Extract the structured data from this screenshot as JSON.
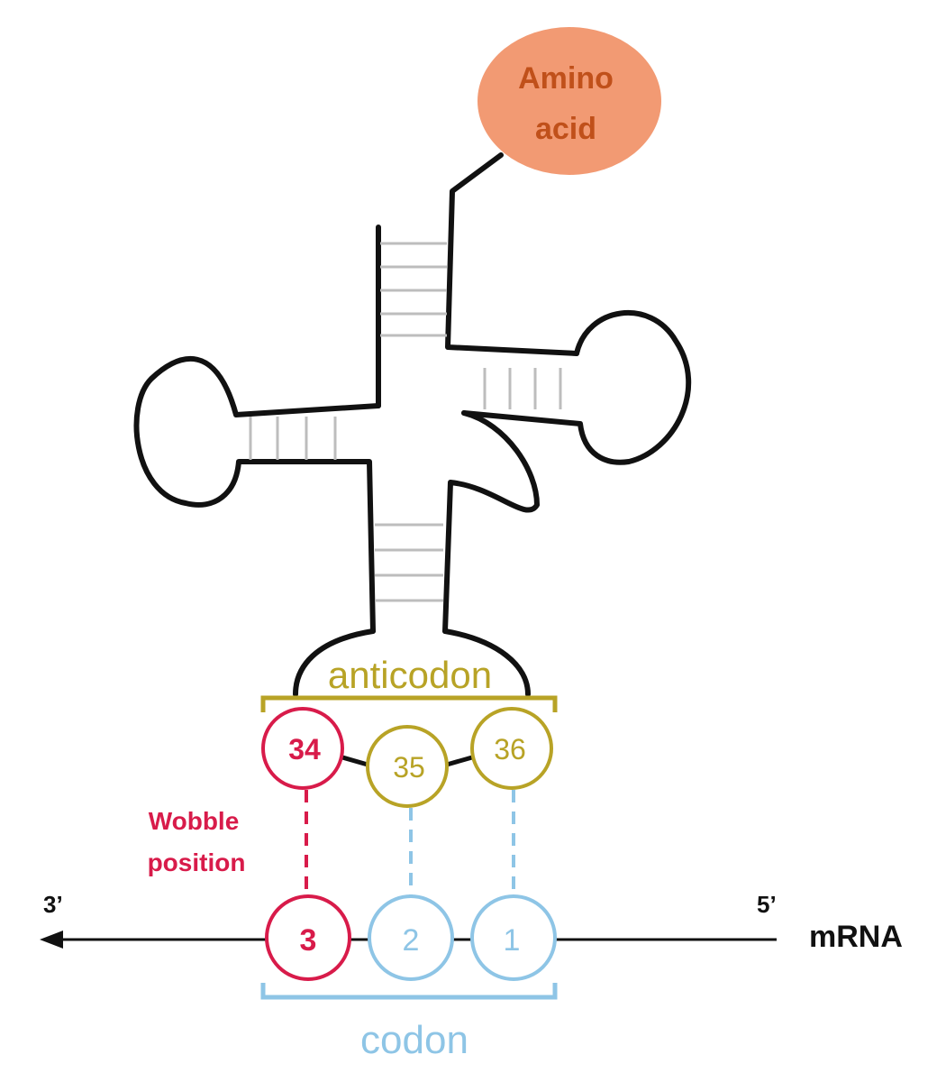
{
  "labels": {
    "amino_acid_line1": "Amino",
    "amino_acid_line2": "acid",
    "anticodon": "anticodon",
    "codon": "codon",
    "wobble_line1": "Wobble",
    "wobble_line2": "position",
    "three_prime": "3’",
    "five_prime": "5’",
    "mrna": "mRNA"
  },
  "anticodon_positions": [
    "34",
    "35",
    "36"
  ],
  "codon_positions": [
    "3",
    "2",
    "1"
  ],
  "colors": {
    "amino_acid_fill": "#f29a73",
    "amino_acid_text": "#c0501a",
    "wobble": "#d81b4a",
    "anticodon": "#b8a326",
    "codon": "#8ec5e6",
    "structure": "#111111",
    "base_pair_rungs": "#bdbdbd"
  }
}
